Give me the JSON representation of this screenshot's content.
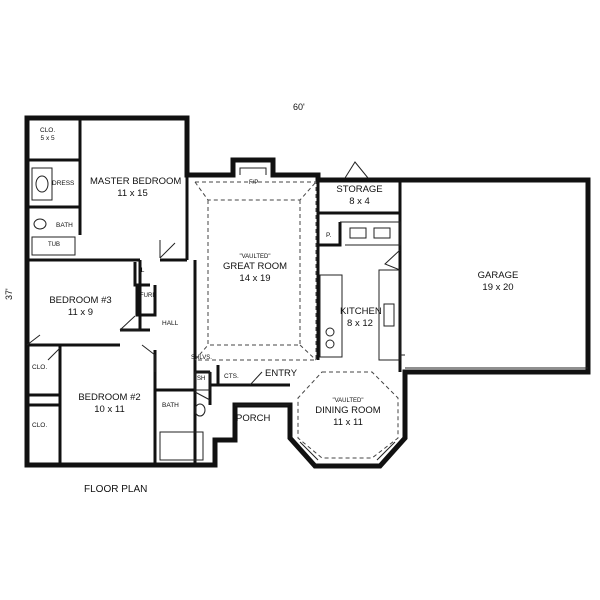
{
  "dimensions": {
    "width": "60'",
    "depth": "37'"
  },
  "title": "FLOOR PLAN",
  "rooms": {
    "closet_master": {
      "name": "CLO.",
      "size": "5 x 5"
    },
    "dress": {
      "name": "DRESS"
    },
    "master_bath": {
      "name": "BATH"
    },
    "tub": {
      "name": "TUB"
    },
    "master_bedroom": {
      "name": "MASTER BEDROOM",
      "size": "11 x 15"
    },
    "bedroom3": {
      "name": "BEDROOM #3",
      "size": "11 x 9"
    },
    "furn": {
      "name": "FURN"
    },
    "linen": {
      "name": "L"
    },
    "hall": {
      "name": "HALL"
    },
    "closet_b3": {
      "name": "CLO."
    },
    "closet_b2": {
      "name": "CLO."
    },
    "bedroom2": {
      "name": "BEDROOM #2",
      "size": "10 x 11"
    },
    "bath2": {
      "name": "BATH"
    },
    "shower": {
      "name": "SH"
    },
    "shelves": {
      "name": "SHLVS."
    },
    "fireplace": {
      "name": "F/P"
    },
    "great_room": {
      "vaulted": "\"VAULTED\"",
      "name": "GREAT ROOM",
      "size": "14 x 19"
    },
    "storage": {
      "name": "STORAGE",
      "size": "8 x 4"
    },
    "pantry": {
      "name": "P."
    },
    "kitchen": {
      "name": "KITCHEN",
      "size": "8 x 12"
    },
    "garage": {
      "name": "GARAGE",
      "size": "19 x 20"
    },
    "coats": {
      "name": "CTS."
    },
    "entry": {
      "name": "ENTRY"
    },
    "porch": {
      "name": "PORCH"
    },
    "dining_room": {
      "vaulted": "\"VAULTED\"",
      "name": "DINING ROOM",
      "size": "11 x 11"
    }
  },
  "colors": {
    "wall": "#111111",
    "background": "#ffffff"
  }
}
